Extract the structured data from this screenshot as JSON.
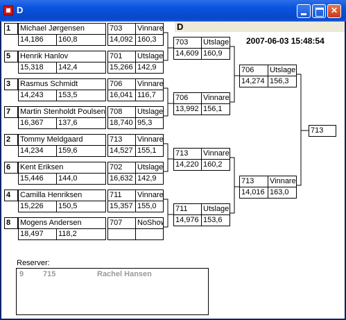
{
  "window": {
    "title": "D"
  },
  "class_label": "D",
  "datetime": "2007-06-03 15:48:54",
  "round1": [
    {
      "seed": "1",
      "name": "Michael Jørgensen",
      "et": "14,186",
      "speed": "160,8",
      "car": "703",
      "res_et": "14,092",
      "res_speed": "160,3",
      "result": "Vinnare"
    },
    {
      "seed": "5",
      "name": "Henrik Hanlov",
      "et": "15,318",
      "speed": "142,4",
      "car": "701",
      "res_et": "15,266",
      "res_speed": "142,9",
      "result": "Utslagen"
    },
    {
      "seed": "3",
      "name": "Rasmus Schmidt",
      "et": "14,243",
      "speed": "153,5",
      "car": "706",
      "res_et": "16,041",
      "res_speed": "116,7",
      "result": "Vinnare"
    },
    {
      "seed": "7",
      "name": "Martin Stenholdt Poulsen",
      "et": "16,367",
      "speed": "137,6",
      "car": "708",
      "res_et": "18,740",
      "res_speed": "95,3",
      "result": "Utslagen"
    },
    {
      "seed": "2",
      "name": "Tommy Meldgaard",
      "et": "14,234",
      "speed": "159,6",
      "car": "713",
      "res_et": "14,527",
      "res_speed": "155,1",
      "result": "Vinnare"
    },
    {
      "seed": "6",
      "name": "Kent Eriksen",
      "et": "15,446",
      "speed": "144,0",
      "car": "702",
      "res_et": "16,632",
      "res_speed": "142,9",
      "result": "Utslagen"
    },
    {
      "seed": "4",
      "name": "Camilla Henriksen",
      "et": "15,226",
      "speed": "150,5",
      "car": "711",
      "res_et": "15,357",
      "res_speed": "155,0",
      "result": "Vinnare"
    },
    {
      "seed": "8",
      "name": "Mogens Andersen",
      "et": "18,497",
      "speed": "118,2",
      "car": "707",
      "res_et": "",
      "res_speed": "",
      "result": "NoShow"
    }
  ],
  "round2": [
    {
      "car": "703",
      "result": "Utslagen",
      "et": "14,609",
      "speed": "160,9"
    },
    {
      "car": "706",
      "result": "Vinnare",
      "et": "13,992",
      "speed": "156,1"
    },
    {
      "car": "713",
      "result": "Vinnare",
      "et": "14,220",
      "speed": "160,2"
    },
    {
      "car": "711",
      "result": "Utslagen",
      "et": "14,976",
      "speed": "153,6"
    }
  ],
  "semis": [
    {
      "car": "706",
      "result": "Utslagen",
      "et": "14,274",
      "speed": "156,3"
    },
    {
      "car": "713",
      "result": "Vinnare",
      "et": "14,016",
      "speed": "163,0"
    }
  ],
  "final": {
    "car": "713"
  },
  "reserves": {
    "label": "Reserver:",
    "rows": [
      {
        "seed": "9",
        "car": "715",
        "name": "Rachel Hansen"
      }
    ]
  }
}
